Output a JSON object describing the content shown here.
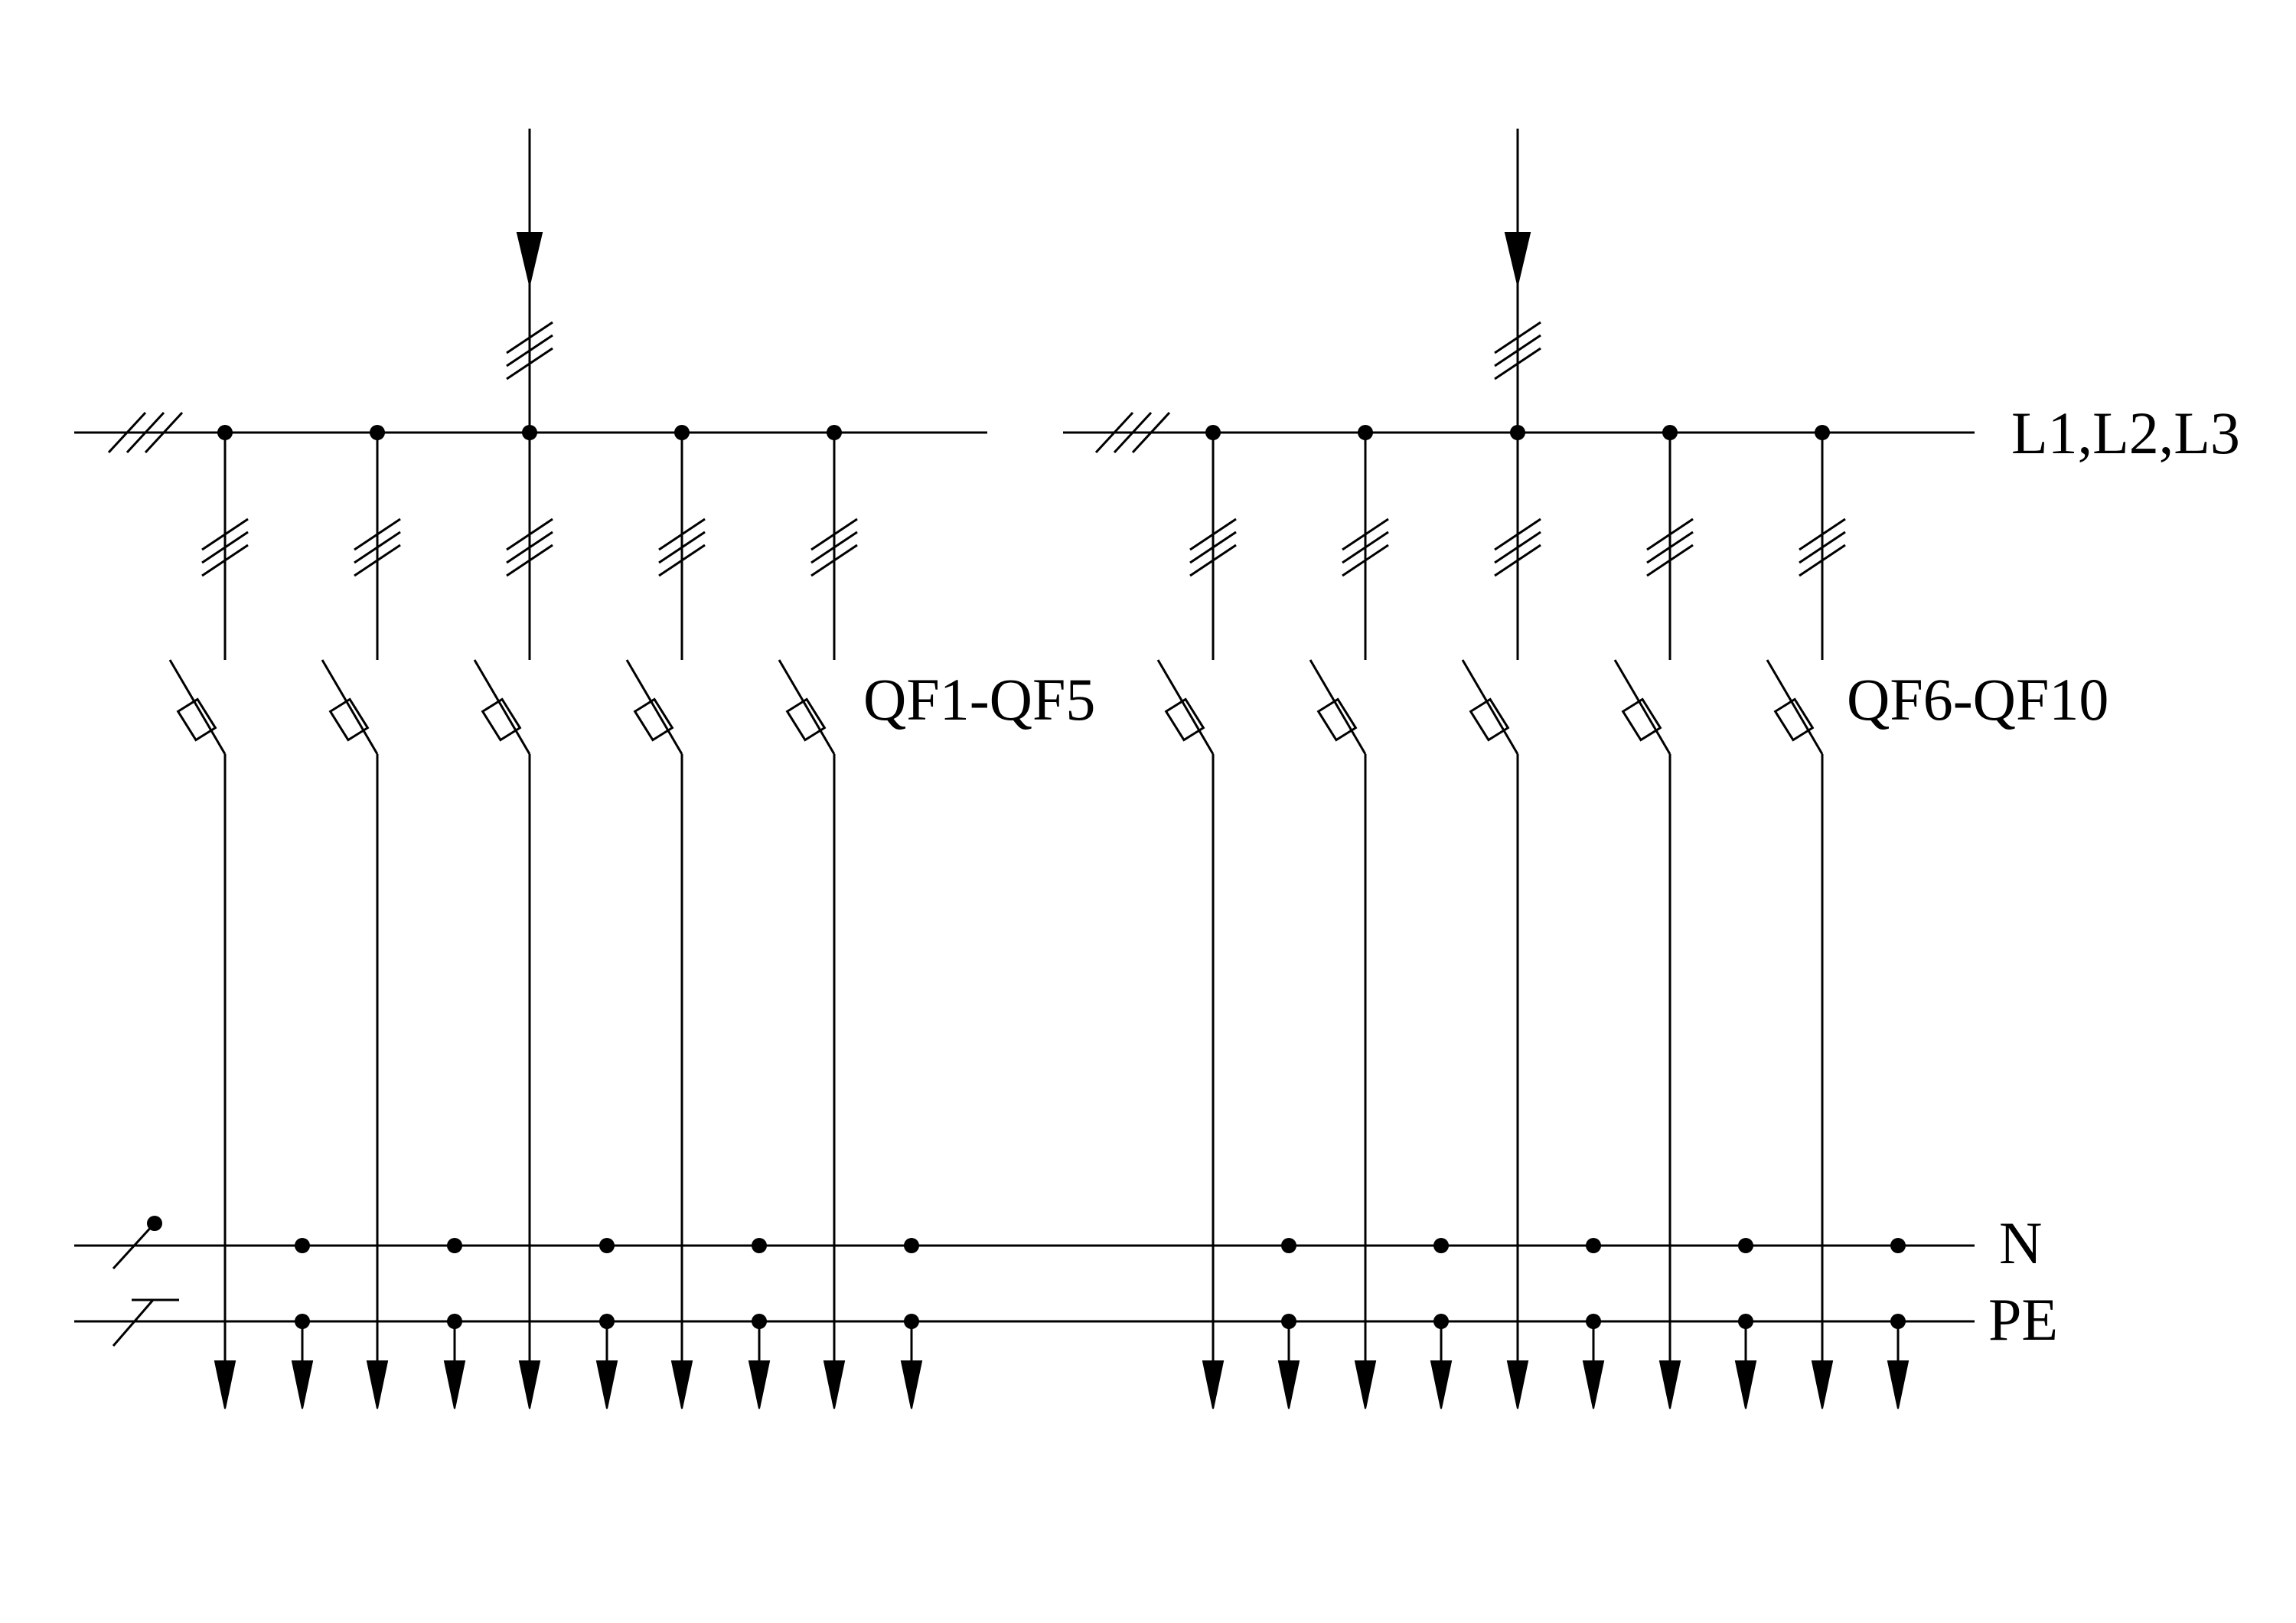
{
  "labels": {
    "phase_bus": "L1,L2,L3",
    "group1": "QF1-QF5",
    "group2": "QF6-QF10",
    "neutral": "N",
    "protective_earth": "PE"
  },
  "colors": {
    "line": "#000000",
    "background": "#ffffff"
  }
}
